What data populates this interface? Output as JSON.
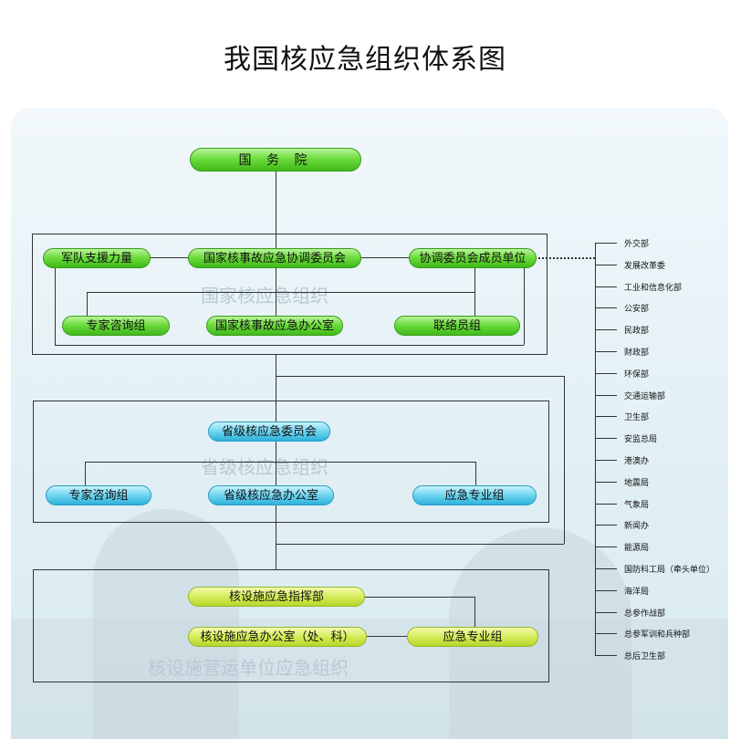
{
  "title": "我国核应急组织体系图",
  "nodes": {
    "state_council": "国 务 院",
    "national": {
      "army": "军队支援力量",
      "committee": "国家核事故应急协调委员会",
      "member_units": "协调委员会成员单位",
      "expert": "专家咨询组",
      "office": "国家核事故应急办公室",
      "liaison": "联络员组",
      "watermark": "国家核应急组织"
    },
    "provincial": {
      "committee": "省级核应急委员会",
      "expert": "专家咨询组",
      "office": "省级核应急办公室",
      "specialty": "应急专业组",
      "watermark": "省级核应急组织"
    },
    "facility": {
      "command": "核设施应急指挥部",
      "office": "核设施应急办公室（处、科）",
      "specialty": "应急专业组",
      "watermark": "核设施营运单位应急组织"
    }
  },
  "ministries": [
    "外交部",
    "发展改革委",
    "工业和信息化部",
    "公安部",
    "民政部",
    "财政部",
    "环保部",
    "交通运输部",
    "卫生部",
    "安监总局",
    "港澳办",
    "地震局",
    "气象局",
    "新闻办",
    "能源局",
    "国防科工局（牵头单位）",
    "海洋局",
    "总参作战部",
    "总参军训和兵种部",
    "总后卫生部"
  ]
}
